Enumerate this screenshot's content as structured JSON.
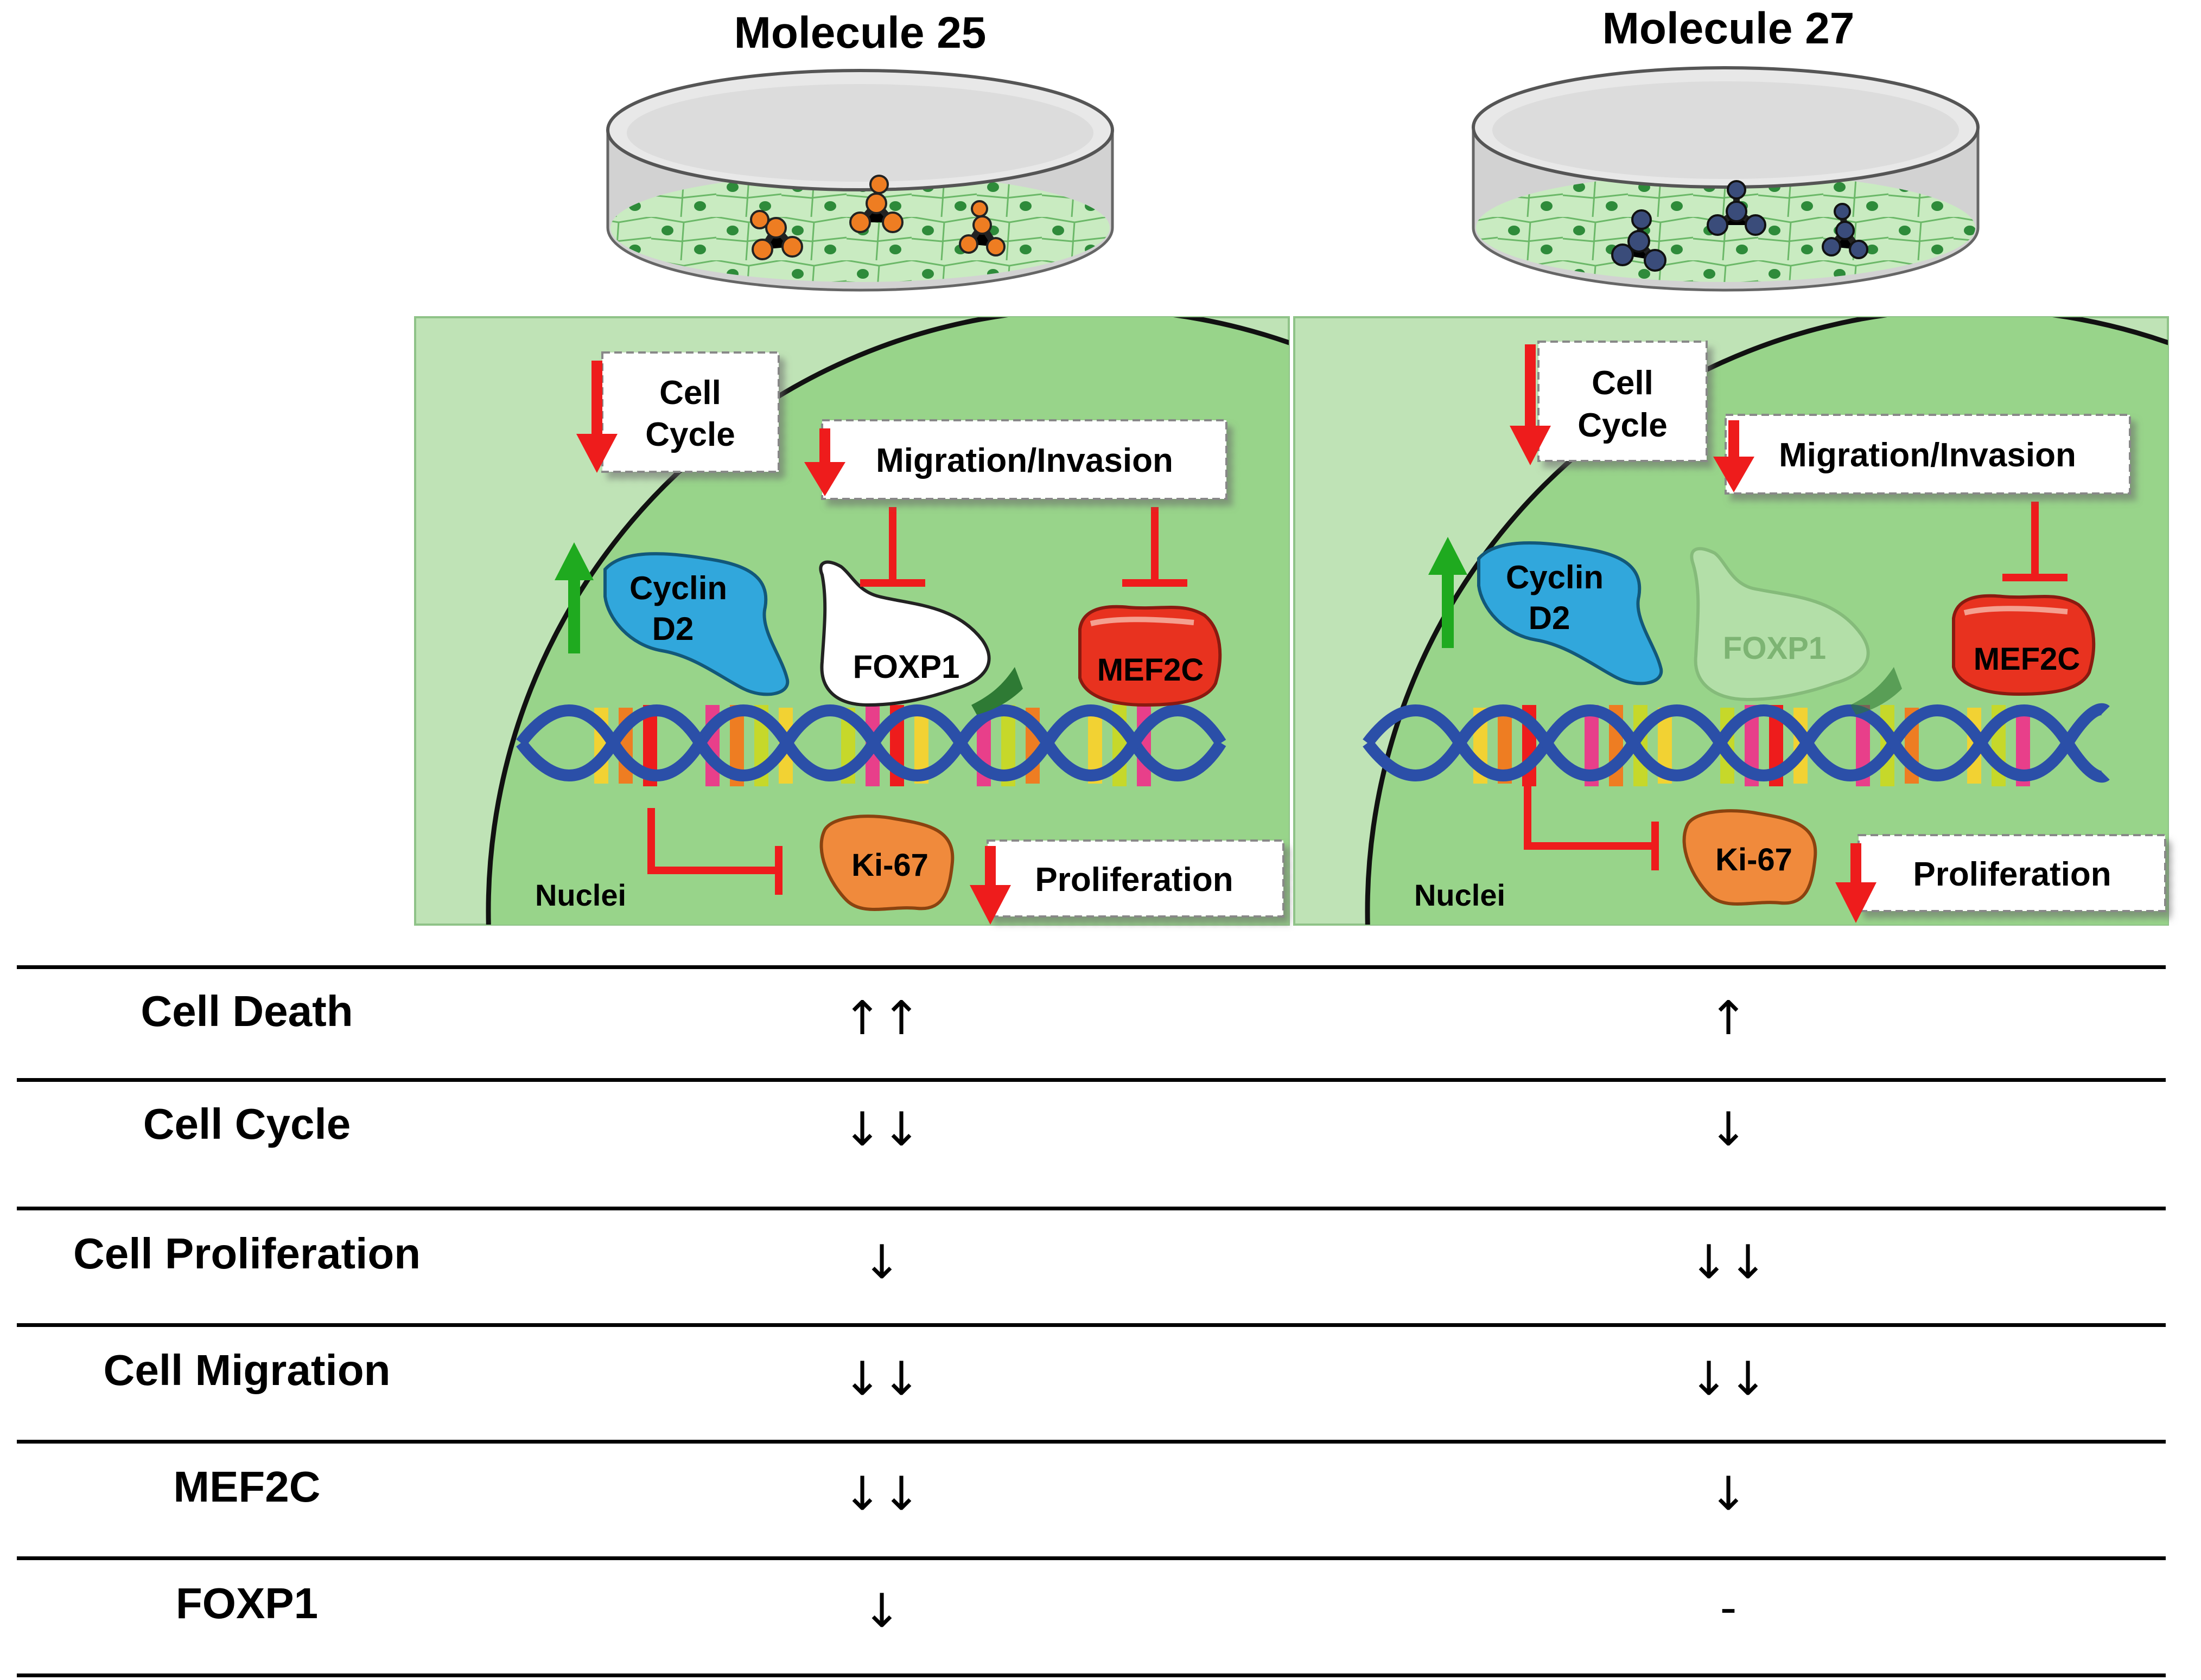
{
  "columns": [
    {
      "title": "Molecule 25",
      "ball_color": "#ee7d22",
      "labels": {
        "cell_cycle": [
          "Cell",
          "Cycle"
        ],
        "migration": "Migration/Invasion",
        "cyclin": [
          "Cyclin",
          "D2"
        ],
        "foxp1": "FOXP1",
        "mef2c": "MEF2C",
        "ki67": "Ki-67",
        "proliferation": "Proliferation",
        "nuclei": "Nuclei"
      }
    },
    {
      "title": "Molecule 27",
      "ball_color": "#3a4c7a",
      "labels": {
        "cell_cycle": [
          "Cell",
          "Cycle"
        ],
        "migration": "Migration/Invasion",
        "cyclin": [
          "Cyclin",
          "D2"
        ],
        "foxp1": "FOXP1",
        "mef2c": "MEF2C",
        "ki67": "Ki-67",
        "proliferation": "Proliferation",
        "nuclei": "Nuclei"
      }
    }
  ],
  "table": {
    "rows": [
      {
        "label": "Cell Death",
        "m25": "↑↑",
        "m27": "↑"
      },
      {
        "label": "Cell Cycle",
        "m25": "↓↓",
        "m27": "↓"
      },
      {
        "label": "Cell Proliferation",
        "m25": "↓",
        "m27": "↓↓"
      },
      {
        "label": "Cell Migration",
        "m25": "↓↓",
        "m27": "↓↓"
      },
      {
        "label": "MEF2C",
        "m25": "↓↓",
        "m27": "↓"
      },
      {
        "label": "FOXP1",
        "m25": "↓",
        "m27": "-"
      }
    ]
  },
  "colors": {
    "panel_light": "#bfe3b6",
    "nucleus": "#98d48a",
    "inhibit_red": "#ee1c1c",
    "up_green": "#1faa1f",
    "cyclin_blue": "#31a7dc",
    "mef2c_red": "#e8321f",
    "ki67_orange": "#f08a3c",
    "dna_blue": "#2b4fa8"
  }
}
